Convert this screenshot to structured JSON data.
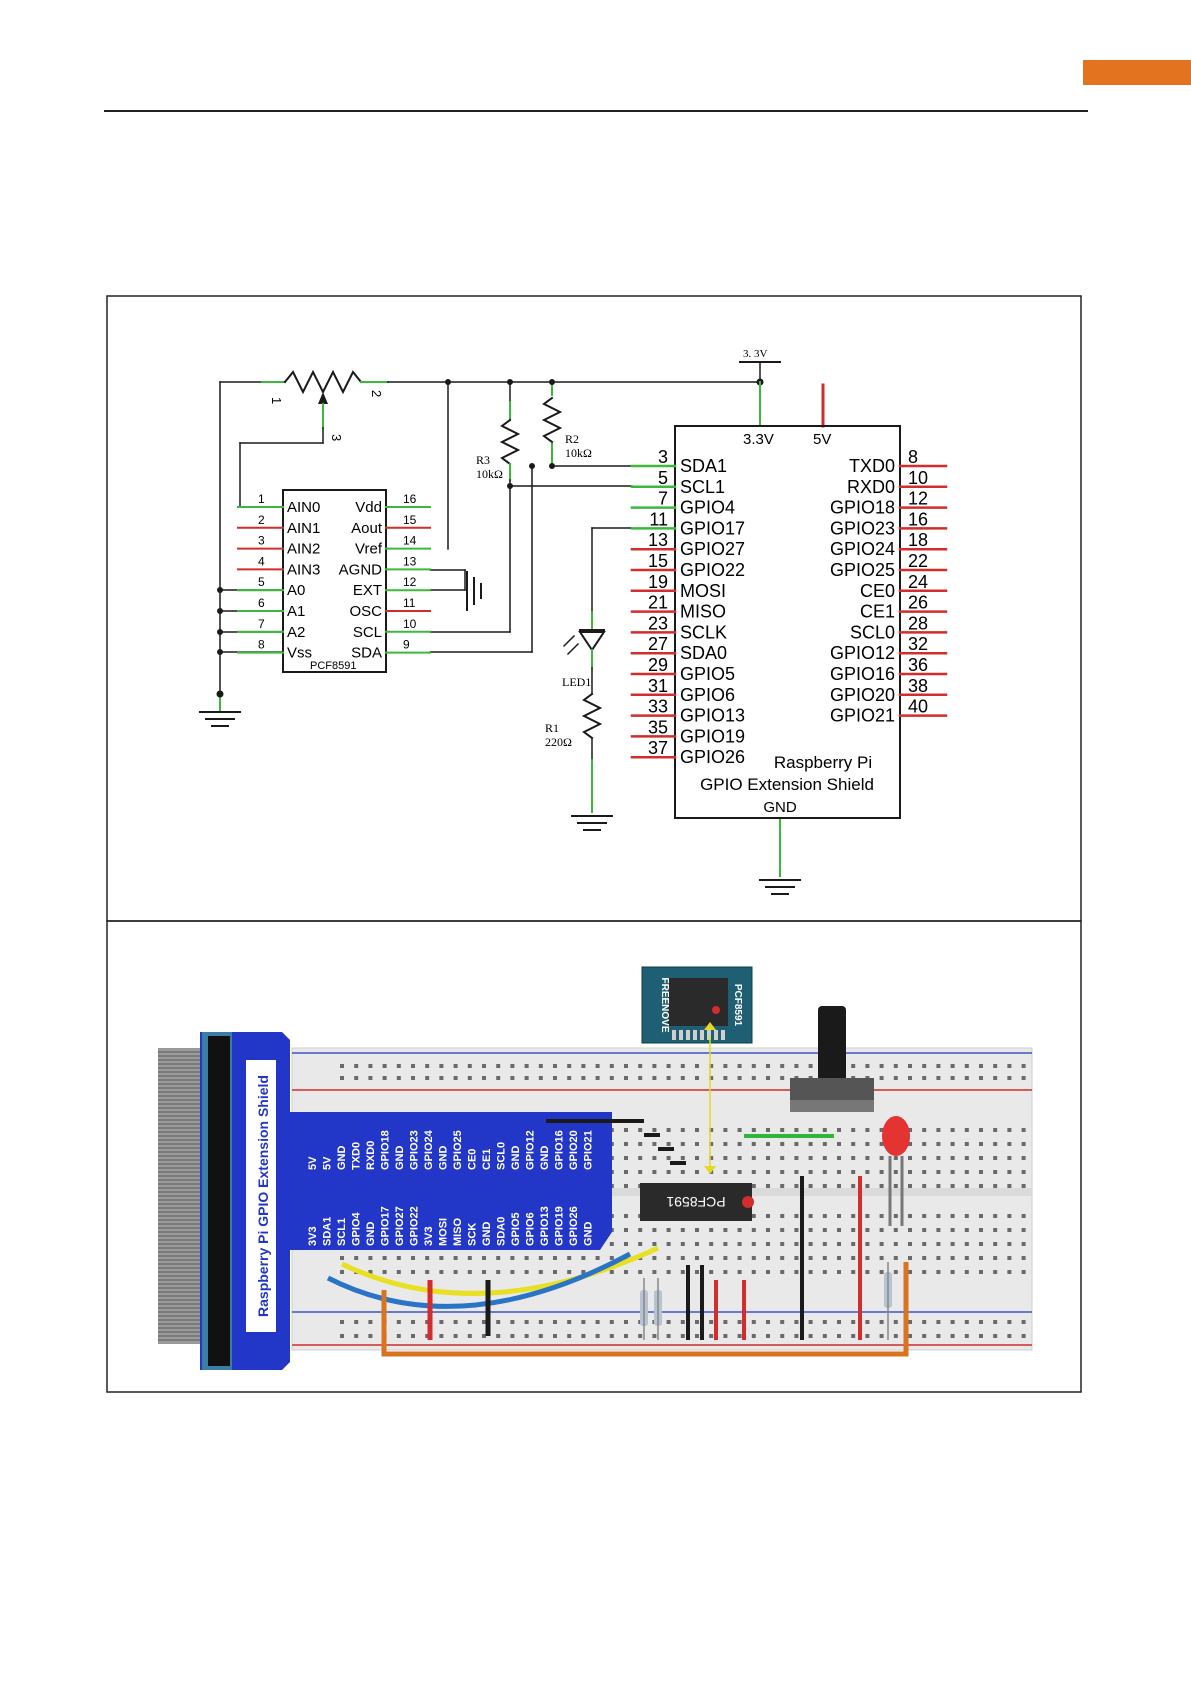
{
  "colors": {
    "accent": "#e3731f",
    "wire_green": "#3cb93c",
    "pin_red": "#d22c2c",
    "ink": "#1a1a1a"
  },
  "schematic": {
    "power_label": "3. 3V",
    "pot": {
      "pin1": "1",
      "pin2": "2",
      "pin3": "3"
    },
    "r3": {
      "name": "R3",
      "value": "10kΩ"
    },
    "r2": {
      "name": "R2",
      "value": "10kΩ"
    },
    "r1": {
      "name": "R1",
      "value": "220Ω"
    },
    "led": {
      "name": "LED1"
    },
    "pcf": {
      "name": "PCF8591",
      "left_pins": [
        {
          "num": "1",
          "label": "AIN0"
        },
        {
          "num": "2",
          "label": "AIN1"
        },
        {
          "num": "3",
          "label": "AIN2"
        },
        {
          "num": "4",
          "label": "AIN3"
        },
        {
          "num": "5",
          "label": "A0"
        },
        {
          "num": "6",
          "label": "A1"
        },
        {
          "num": "7",
          "label": "A2"
        },
        {
          "num": "8",
          "label": "Vss"
        }
      ],
      "right_pins": [
        {
          "num": "16",
          "label": "Vdd"
        },
        {
          "num": "15",
          "label": "Aout"
        },
        {
          "num": "14",
          "label": "Vref"
        },
        {
          "num": "13",
          "label": "AGND"
        },
        {
          "num": "12",
          "label": "EXT"
        },
        {
          "num": "11",
          "label": "OSC"
        },
        {
          "num": "10",
          "label": "SCL"
        },
        {
          "num": "9",
          "label": "SDA"
        }
      ]
    },
    "rpi": {
      "top_left": "3.3V",
      "top_right": "5V",
      "title_line1": "Raspberry Pi",
      "title_line2": "GPIO Extension Shield",
      "bottom": "GND",
      "left_pins": [
        {
          "num": "3",
          "label": "SDA1"
        },
        {
          "num": "5",
          "label": "SCL1"
        },
        {
          "num": "7",
          "label": "GPIO4"
        },
        {
          "num": "11",
          "label": "GPIO17"
        },
        {
          "num": "13",
          "label": "GPIO27"
        },
        {
          "num": "15",
          "label": "GPIO22"
        },
        {
          "num": "19",
          "label": "MOSI"
        },
        {
          "num": "21",
          "label": "MISO"
        },
        {
          "num": "23",
          "label": "SCLK"
        },
        {
          "num": "27",
          "label": "SDA0"
        },
        {
          "num": "29",
          "label": "GPIO5"
        },
        {
          "num": "31",
          "label": "GPIO6"
        },
        {
          "num": "33",
          "label": "GPIO13"
        },
        {
          "num": "35",
          "label": "GPIO19"
        },
        {
          "num": "37",
          "label": "GPIO26"
        }
      ],
      "right_pins": [
        {
          "num": "8",
          "label": "TXD0"
        },
        {
          "num": "10",
          "label": "RXD0"
        },
        {
          "num": "12",
          "label": "GPIO18"
        },
        {
          "num": "16",
          "label": "GPIO23"
        },
        {
          "num": "18",
          "label": "GPIO24"
        },
        {
          "num": "22",
          "label": "GPIO25"
        },
        {
          "num": "24",
          "label": "CE0"
        },
        {
          "num": "26",
          "label": "CE1"
        },
        {
          "num": "28",
          "label": "SCL0"
        },
        {
          "num": "32",
          "label": "GPIO12"
        },
        {
          "num": "36",
          "label": "GPIO16"
        },
        {
          "num": "38",
          "label": "GPIO20"
        },
        {
          "num": "40",
          "label": "GPIO21"
        }
      ]
    }
  },
  "breadboard": {
    "shield_title": "Raspberry Pi GPIO Extension Shield",
    "header_row_top": [
      "5V",
      "5V",
      "GND",
      "TXD0",
      "RXD0",
      "GPIO18",
      "GND",
      "GPIO23",
      "GPIO24",
      "GND",
      "GPIO25",
      "CE0",
      "CE1",
      "SCL0",
      "GND",
      "GPIO12",
      "GND",
      "GPIO16",
      "GPIO20",
      "GPIO21"
    ],
    "header_row_bottom": [
      "3V3",
      "SDA1",
      "SCL1",
      "GPIO4",
      "GND",
      "GPIO17",
      "GPIO27",
      "GPIO22",
      "3V3",
      "MOSI",
      "MISO",
      "SCK",
      "GND",
      "SDA0",
      "GPIO5",
      "GPIO6",
      "GPIO13",
      "GPIO19",
      "GPIO26",
      "GND"
    ],
    "chip_label": "PCF8591",
    "module_brand": "FREENOVE",
    "module_chip": "PCF8591"
  }
}
